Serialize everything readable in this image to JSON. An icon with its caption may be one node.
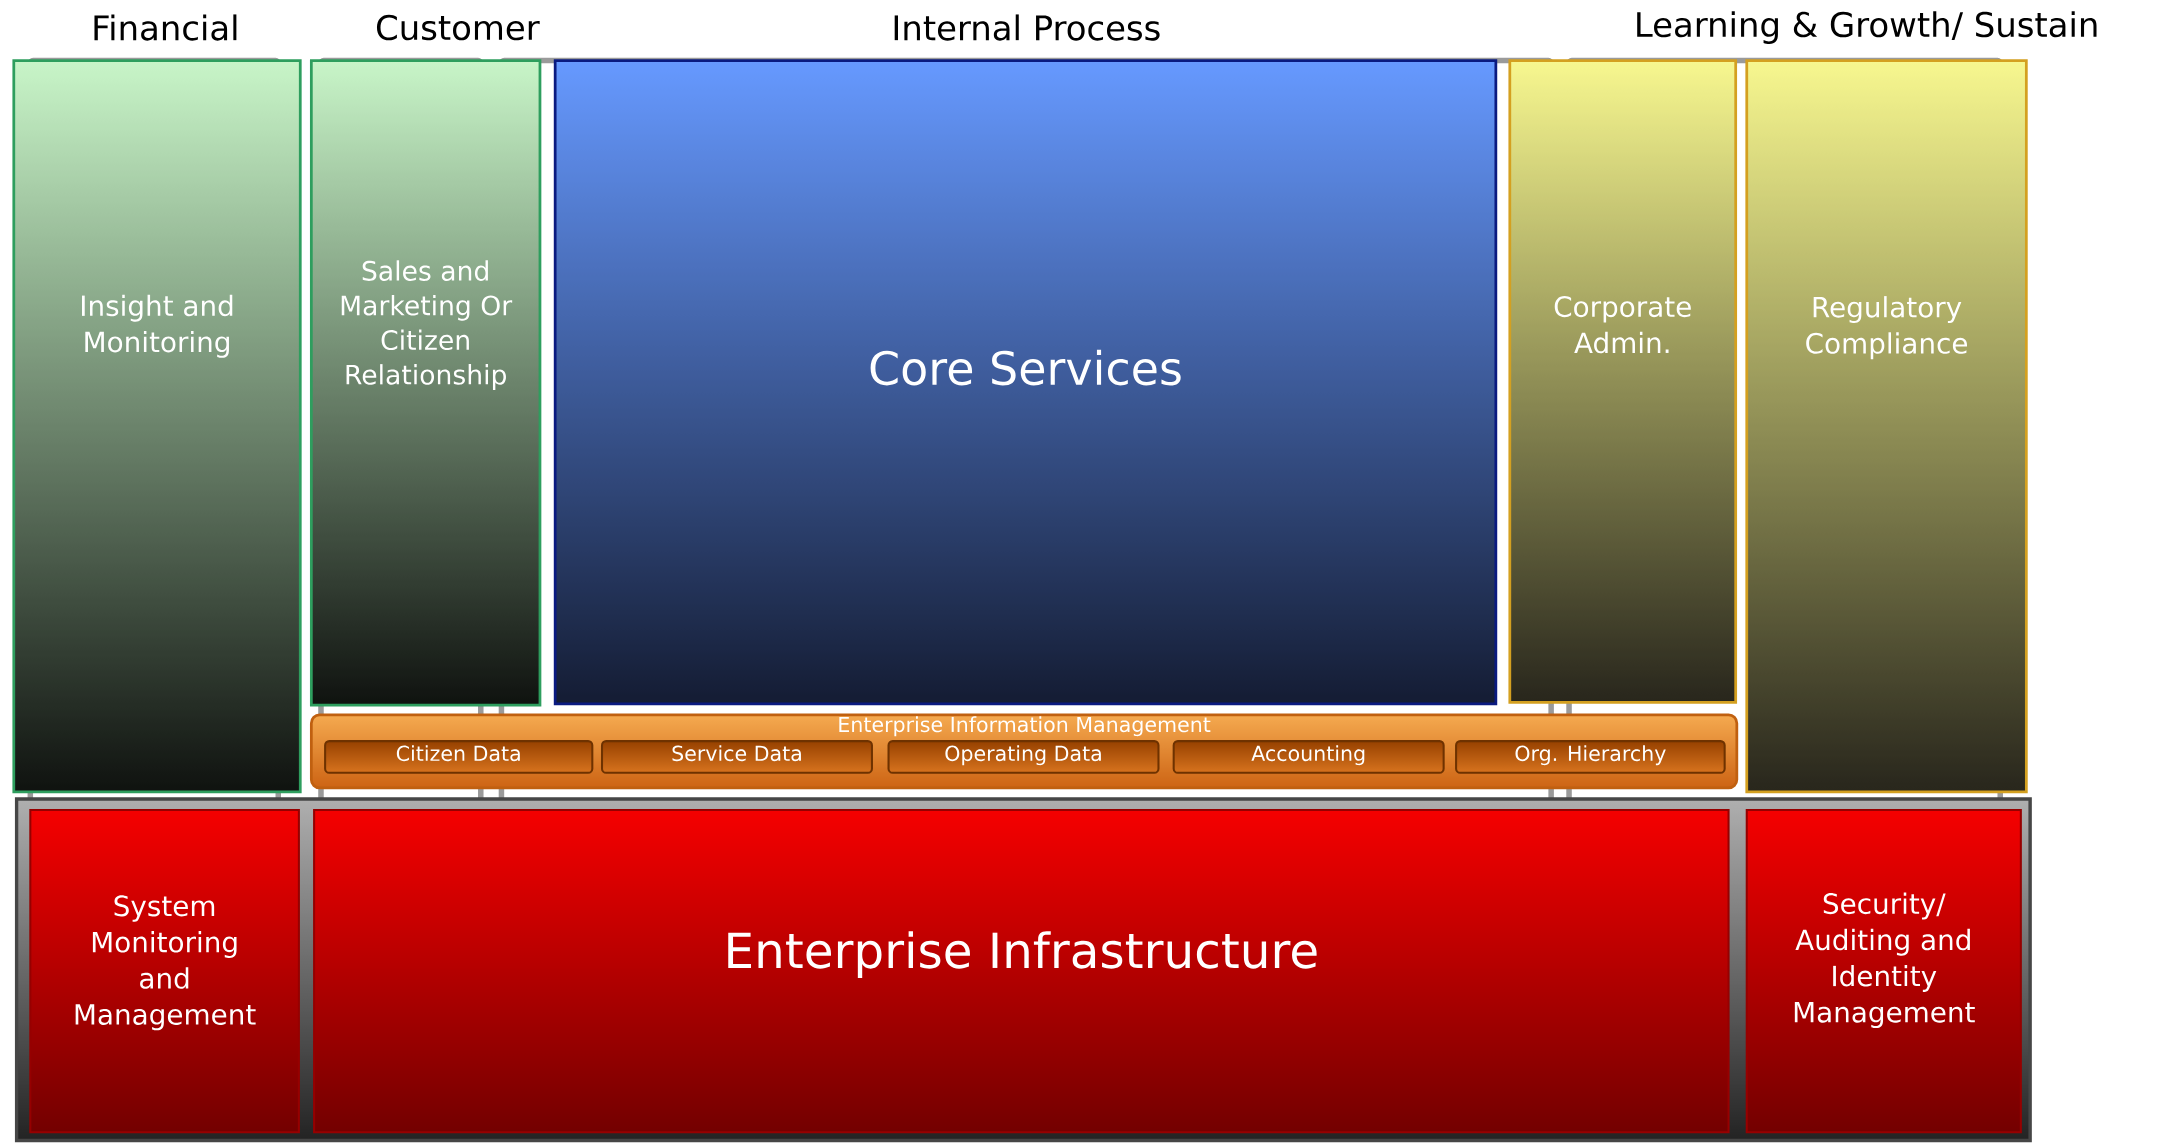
{
  "diagram": {
    "nodes": [
      {
        "text": [
          "Insight and Monitoring"
        ]
      },
      {
        "text": [
          "Sales and Marketing Or Citizen Relationship"
        ]
      },
      {
        "text": [
          "Core Services"
        ]
      },
      {
        "text": [
          "Corporate Admin."
        ]
      },
      {
        "text": [
          "Regulatory Compliance"
        ]
      },
      {
        "text": [
          "Enterprise Information Management"
        ]
      },
      {
        "text": [
          "Citizen Data"
        ],
        "in": 5
      },
      {
        "text": [
          "Service Data"
        ],
        "in": 5
      },
      {
        "text": [
          "Operating Data"
        ],
        "in": 5
      },
      {
        "text": [
          "Accounting"
        ],
        "in": 5
      },
      {
        "text": [
          "Org. Hierarchy"
        ],
        "in": 5
      },
      {
        "text": [],
        "shape": "box"
      },
      {
        "text": [
          "System Monitoring and Management"
        ],
        "in": 11
      },
      {
        "text": [
          "Enterprise Infrastructure"
        ],
        "in": 11
      },
      {
        "text": [
          "Security/ Auditing and Identity Management"
        ],
        "in": 11
      }
    ],
    "labels": [
      "Financial",
      "Customer",
      "Internal Process",
      "Learning & Growth/ Sustain"
    ]
  }
}
